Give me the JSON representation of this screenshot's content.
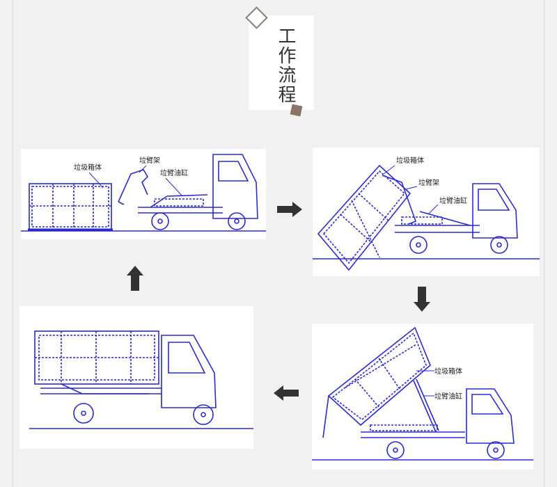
{
  "title": "工作流程",
  "colors": {
    "drawing": "#2a2ad0",
    "arrow": "#333333",
    "background": "#f1f1f1"
  },
  "labels": {
    "box": "垃圾箱体",
    "arm_frame": "垃臂架",
    "arm_cylinder": "垃臂油缸"
  }
}
